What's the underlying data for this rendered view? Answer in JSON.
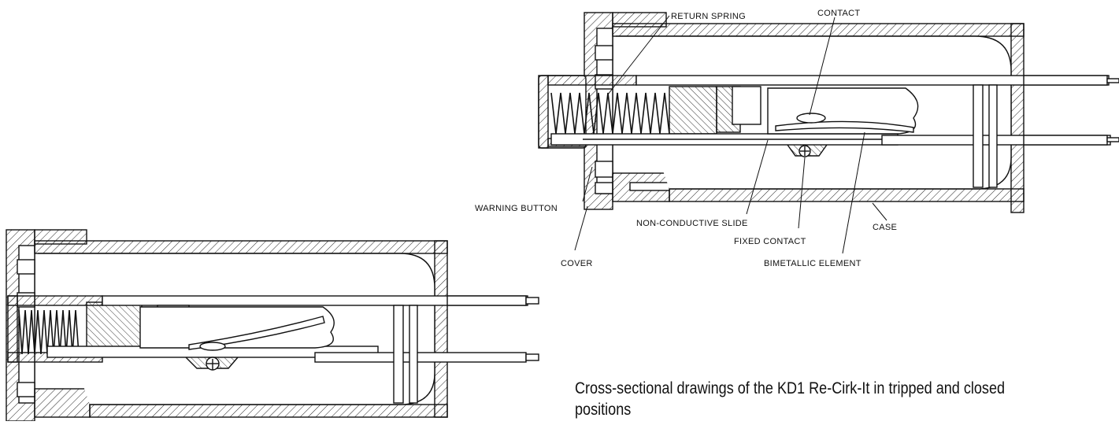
{
  "labels": {
    "return_spring": "RETURN SPRING",
    "contact": "CONTACT",
    "warning_button": "WARNING BUTTON",
    "non_conductive_slide": "NON-CONDUCTIVE SLIDE",
    "case": "CASE",
    "fixed_contact": "FIXED CONTACT",
    "cover": "COVER",
    "bimetallic_element": "BIMETALLIC ELEMENT"
  },
  "caption": "Cross-sectional drawings of the KD1 Re-Cirk-It in tripped and closed positions"
}
